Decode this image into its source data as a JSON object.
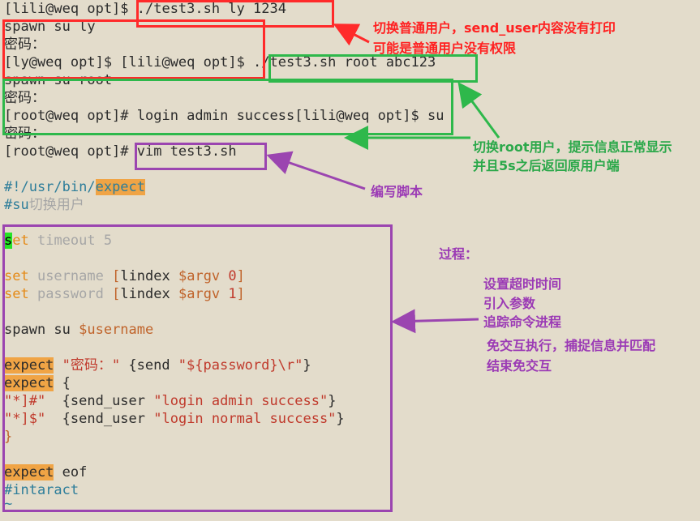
{
  "terminal": {
    "lines": [
      "[lili@weq opt]$ ./test3.sh ly 1234",
      "spawn su ly",
      "密码：",
      "[ly@weq opt]$ [lili@weq opt]$ ./test3.sh root abc123",
      "spawn su root",
      "密码：",
      "[root@weq opt]# login admin success[lili@weq opt]$ su",
      "密码：",
      "[root@weq opt]# vim test3.sh"
    ]
  },
  "script": {
    "l1_a": "#!/usr/bin/",
    "l1_b": "expect",
    "l2_a": "#su",
    "l2_b": "切换用户",
    "set_kw": "set",
    "set_first_letter": "s",
    "set_rest": "et",
    "timeout": " timeout 5",
    "username_var": " username ",
    "password_var": " password ",
    "lindex_open": "[",
    "lindex": "lindex ",
    "argv": "$argv",
    "idx0": " 0",
    "idx1": " 1",
    "lindex_close": "]",
    "spawn": "spawn su ",
    "spawn_var": "$username",
    "expect_kw": "expect",
    "expect1_str": " \"密码：\" ",
    "expect1_body_a": "{send ",
    "expect1_body_b": "\"${password}\\r\"",
    "expect1_body_c": "}",
    "expect2_open": " {",
    "pat1": "\"*]#\"",
    "pat1_body_a": "  {send_user ",
    "pat1_body_b": "\"login admin success\"",
    "pat1_body_c": "}",
    "pat2": "\"*]$\"",
    "pat2_body_a": "  {send_user ",
    "pat2_body_b": "\"login normal success\"",
    "pat2_body_c": "}",
    "close_brace": "}",
    "eof": " eof",
    "interact": "#intaract",
    "tilde": "~"
  },
  "notes": {
    "red_1": "切换普通用户，send_user内容没有打印",
    "red_2": "可能是普通用户没有权限",
    "green_1": "切换root用户，提示信息正常显示",
    "green_2": "并且5s之后返回原用户端",
    "purple_write": "编写脚本",
    "purple_process": "过程：",
    "step_1": "设置超时时间",
    "step_2": "引入参数",
    "step_3": "追踪命令进程",
    "step_4": "免交互执行，捕捉信息并匹配",
    "step_5": "结束免交互"
  },
  "colors": {
    "red": "#ff2a2a",
    "green": "#2eb84b",
    "purple": "#9b45b0",
    "background": "#e3dccb"
  }
}
